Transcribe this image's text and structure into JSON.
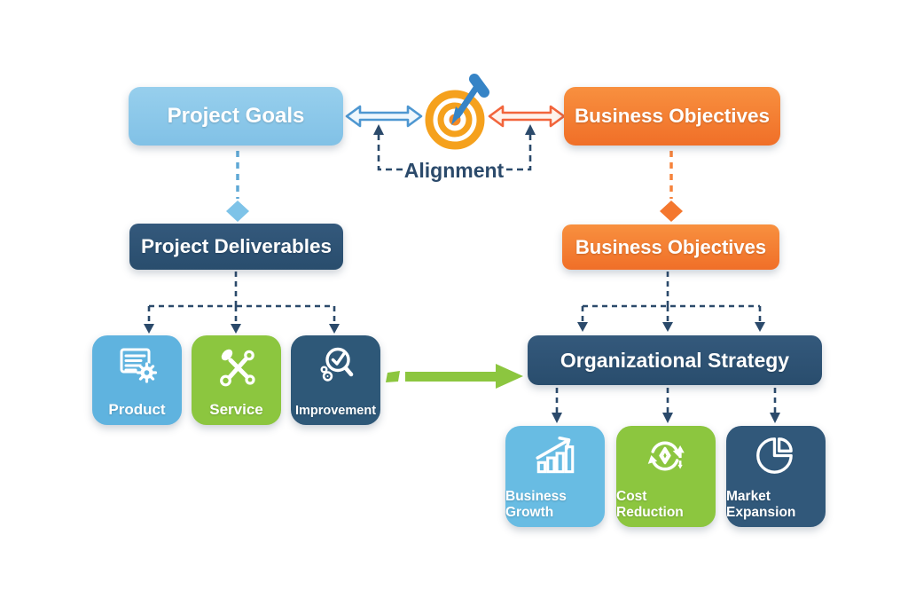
{
  "diagram": {
    "top": {
      "project_goals": "Project Goals",
      "business_objectives": "Business Objectives",
      "alignment": "Alignment"
    },
    "middle": {
      "project_deliverables": "Project Deliverables",
      "business_objectives": "Business Objectives"
    },
    "strategy": {
      "organizational_strategy": "Organizational Strategy"
    },
    "deliverables": [
      {
        "label": "Product",
        "icon": "document-gear-icon",
        "color": "#5FB3DF"
      },
      {
        "label": "Service",
        "icon": "crossed-tools-icon",
        "color": "#8CC63F"
      },
      {
        "label": "Improvement",
        "icon": "magnifier-check-icon",
        "color": "#2E5878"
      }
    ],
    "outcomes": [
      {
        "label": "Business Growth",
        "icon": "growth-chart-icon",
        "color": "#68BCE3"
      },
      {
        "label": "Cost Reduction",
        "icon": "cost-cycle-icon",
        "color": "#8CC63F"
      },
      {
        "label": "Market Expansion",
        "icon": "pie-chart-icon",
        "color": "#31587A"
      }
    ],
    "colors": {
      "light_blue": "#8CC8EA",
      "orange": "#F4772E",
      "navy": "#2C5272",
      "green": "#8CC63F",
      "dash_navy": "#2B4A6B",
      "dash_blue": "#5FA8D5",
      "dash_orange": "#F6833C",
      "target_orange": "#F5A11D",
      "dart_blue": "#3684C6"
    }
  }
}
